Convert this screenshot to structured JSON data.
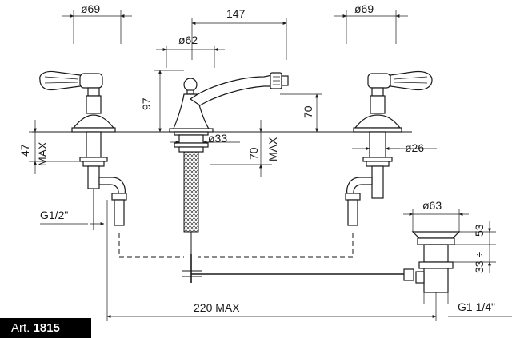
{
  "dimensions": {
    "handle_left_diameter": "ø69",
    "spread": "147",
    "handle_right_diameter": "ø69",
    "base_diameter": "ø62",
    "spout_height": "97",
    "spout_outlet_height": "70",
    "left_shank_max": "47",
    "left_shank_max_label": "MAX",
    "center_shank_diameter": "ø33",
    "center_shank_max": "70",
    "center_shank_max_label": "MAX",
    "right_shank_diameter": "ø26",
    "inlet_thread": "G1/2\"",
    "waste_diameter": "ø63",
    "waste_top": "53",
    "waste_range": "33 ÷",
    "pull_rod_max": "220 MAX",
    "waste_thread": "G1 1/4\""
  },
  "article": {
    "prefix": "Art.",
    "number": "1815"
  }
}
